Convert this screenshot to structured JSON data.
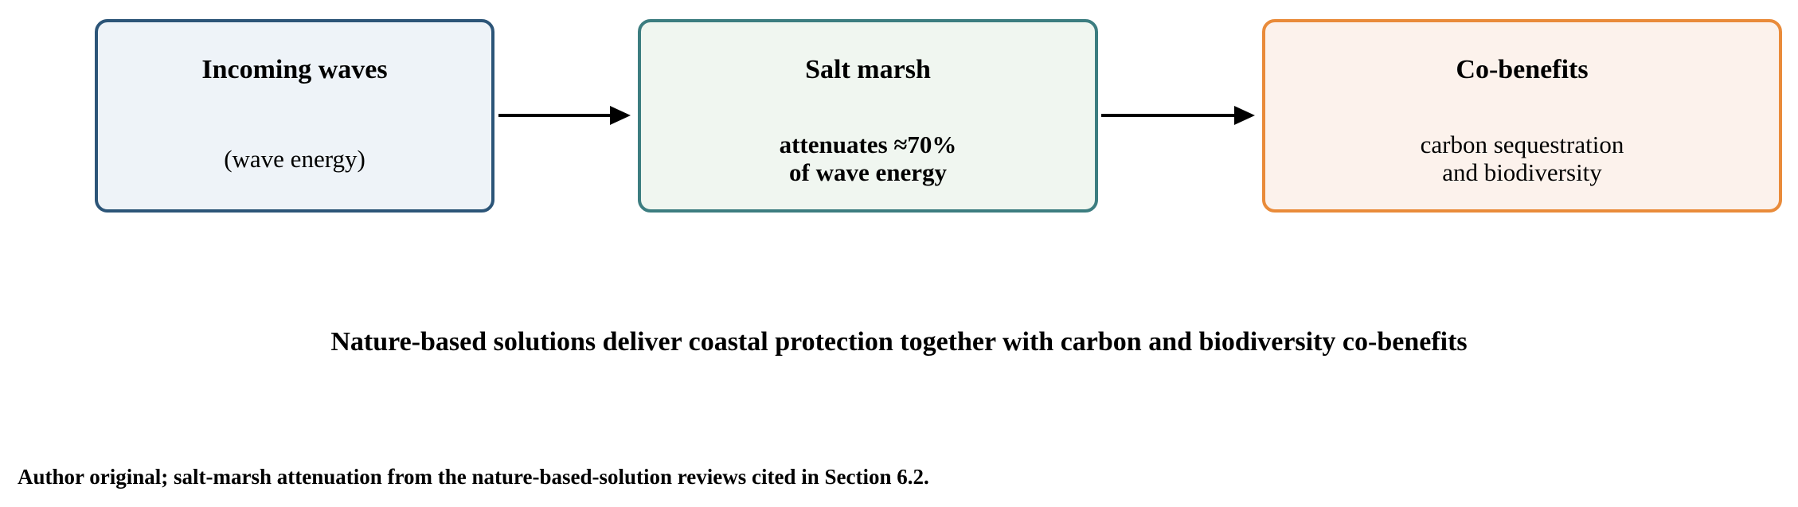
{
  "nodes": [
    {
      "id": "waves",
      "title": "Incoming waves",
      "description": "(wave energy)",
      "border_color": "#2c5578",
      "fill_color": "#eef3f8"
    },
    {
      "id": "marsh",
      "title": "Salt marsh",
      "description": "attenuates ≈70%\nof wave energy",
      "border_color": "#3c7d80",
      "fill_color": "#f0f6f0"
    },
    {
      "id": "benefits",
      "title": "Co-benefits",
      "description": "carbon sequestration\nand biodiversity",
      "border_color": "#e98b3a",
      "fill_color": "#fcf2ec"
    }
  ],
  "edges": [
    {
      "from": "waves",
      "to": "marsh"
    },
    {
      "from": "marsh",
      "to": "benefits"
    }
  ],
  "caption": "Nature-based solutions deliver coastal protection together with carbon and biodiversity co-benefits",
  "credit": "Author original; salt-marsh attenuation from the nature-based-solution reviews cited in Section 6.2."
}
